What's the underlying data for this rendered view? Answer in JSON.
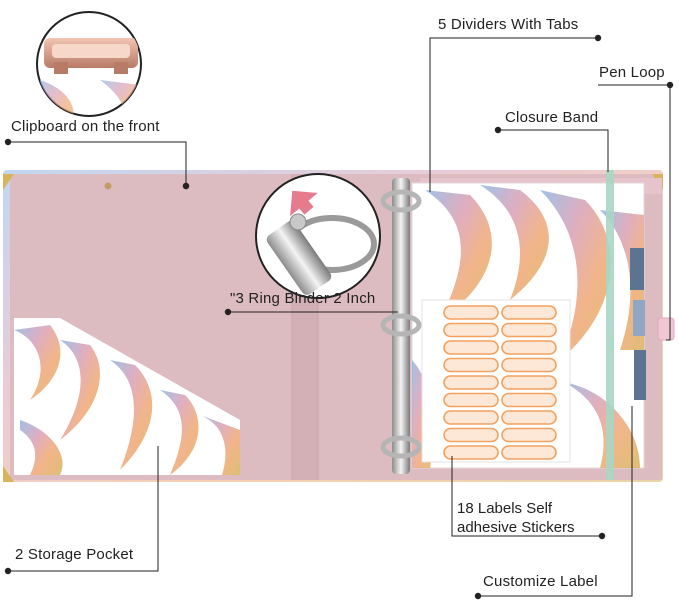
{
  "labels": {
    "dividers": "5 Dividers With Tabs",
    "pen_loop": "Pen Loop",
    "closure_band": "Closure Band",
    "clipboard": "Clipboard on the front",
    "ring_binder": "\"3 Ring Binder 2 Inch",
    "labels_line1": "18 Labels Self",
    "labels_line2": "adhesive Stickers",
    "storage_pocket": "2 Storage Pocket",
    "customize_label": "Customize Label"
  },
  "colors": {
    "binder_interior": "#dcbcc0",
    "divider_tab_blue": "#5d7491",
    "sticker_orange": "#f4a15f",
    "closure_band_mint": "#a9d6c4",
    "clip_rose_gold": "#d99b86",
    "leader_line": "#222222"
  },
  "icons": {
    "arrow": "pink-arrow-icon",
    "leader_dot": "leader-dot-icon"
  }
}
